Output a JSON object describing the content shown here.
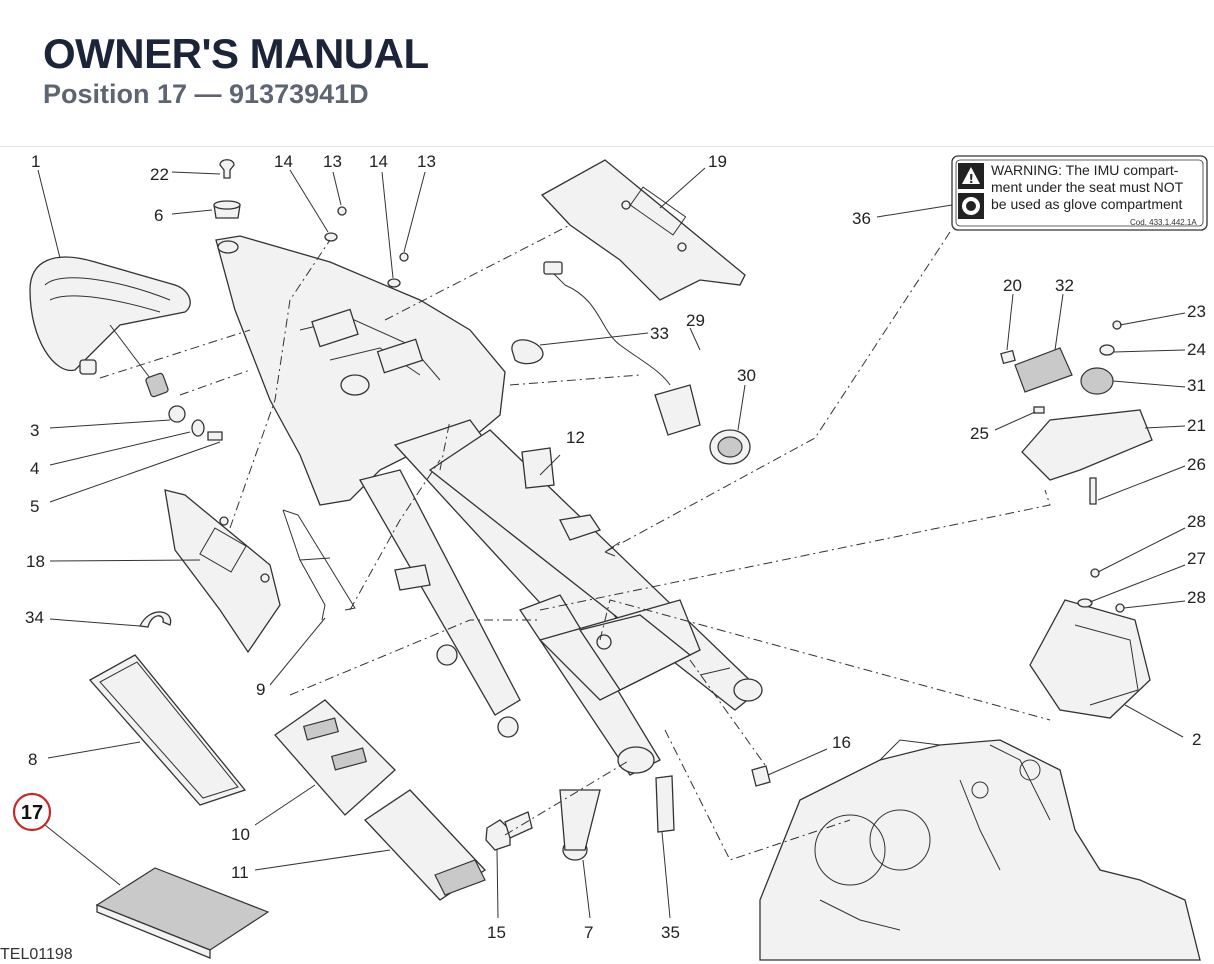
{
  "header": {
    "title": "OWNER'S MANUAL",
    "subtitle": "Position 17 — 91373941D"
  },
  "warning_label": {
    "line1": "WARNING: The IMU compart-",
    "line2": "ment under the seat must NOT",
    "line3": "be used as glove compartment",
    "code": "Cod. 433.1.442.1A"
  },
  "drawing_code": "TEL01198",
  "highlighted_position": "17",
  "callouts": {
    "c1": "1",
    "c2": "2",
    "c3": "3",
    "c4": "4",
    "c5": "5",
    "c6": "6",
    "c7": "7",
    "c8": "8",
    "c9": "9",
    "c10": "10",
    "c11": "11",
    "c12": "12",
    "c13a": "13",
    "c13b": "13",
    "c14a": "14",
    "c14b": "14",
    "c15": "15",
    "c16": "16",
    "c18": "18",
    "c19": "19",
    "c20": "20",
    "c21": "21",
    "c22": "22",
    "c23": "23",
    "c24": "24",
    "c25": "25",
    "c26": "26",
    "c27": "27",
    "c28a": "28",
    "c28b": "28",
    "c29": "29",
    "c30": "30",
    "c31": "31",
    "c32": "32",
    "c33": "33",
    "c34": "34",
    "c35": "35",
    "c36": "36"
  },
  "colors": {
    "highlight_circle": "#c62828",
    "title": "#1b2438",
    "subtitle": "#5d6472"
  }
}
